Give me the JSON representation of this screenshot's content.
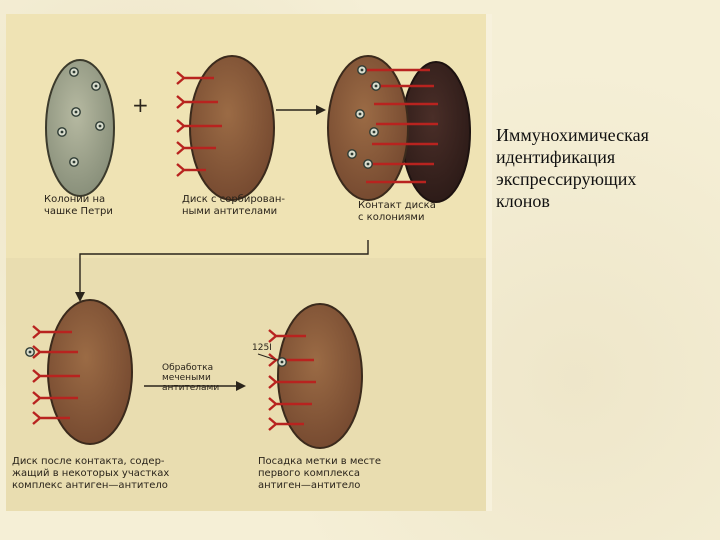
{
  "slide": {
    "title_lines": [
      "Иммунохимическая",
      "идентификация",
      "экспрессирующих",
      "клонов"
    ]
  },
  "figure": {
    "plus_sign": "+",
    "captions": {
      "colonies": [
        "Колонии на",
        "чашке Петри"
      ],
      "disc_antibodies": [
        "Диск с сорбирован-",
        "ными антителами"
      ],
      "contact": [
        "Контакт диска",
        "с колониями"
      ],
      "disc_after": [
        "Диск после контакта, содер-",
        "жащий в некоторых участках",
        "комплекс антиген—антитело"
      ],
      "label_site": [
        "Посадка метки в месте",
        "первого комплекса",
        "антиген—антитело"
      ]
    },
    "process_label": [
      "Обработка",
      "мечеными",
      "антителами"
    ],
    "isotope_label": "125I"
  },
  "colors": {
    "panel_top": "#efe3b4",
    "panel_bottom": "#e9ddb0",
    "disc_brown": "#8a5a3a",
    "dark_disc": "#3d2622",
    "antibody_red": "#b8231f",
    "plate_gray": "#9aa08a"
  }
}
